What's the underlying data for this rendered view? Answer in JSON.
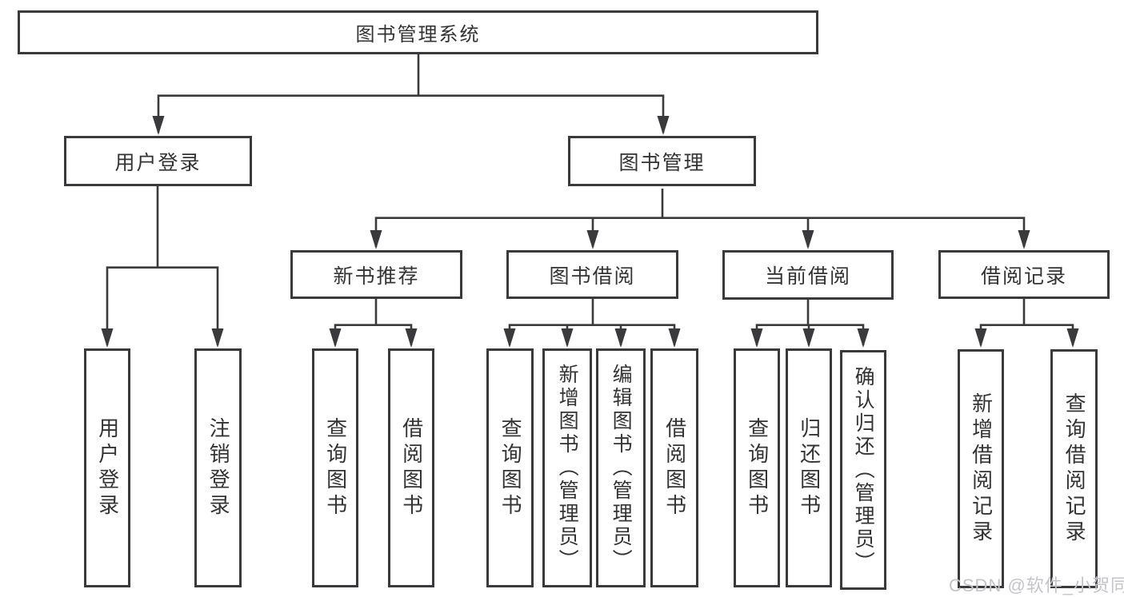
{
  "tree": {
    "root": {
      "label": "图书管理系统"
    },
    "branches": [
      {
        "label": "用户登录",
        "children": [
          {
            "label": "用户登录"
          },
          {
            "label": "注销登录"
          }
        ]
      },
      {
        "label": "图书管理",
        "children": [
          {
            "label": "新书推荐",
            "children": [
              {
                "label": "查询图书"
              },
              {
                "label": "借阅图书"
              }
            ]
          },
          {
            "label": "图书借阅",
            "children": [
              {
                "label": "查询图书"
              },
              {
                "label": "新增图书（管理员）"
              },
              {
                "label": "编辑图书（管理员）"
              },
              {
                "label": "借阅图书"
              }
            ]
          },
          {
            "label": "当前借阅",
            "children": [
              {
                "label": "查询图书"
              },
              {
                "label": "归还图书"
              },
              {
                "label": "确认归还（管理员）"
              }
            ]
          },
          {
            "label": "借阅记录",
            "children": [
              {
                "label": "新增借阅记录"
              },
              {
                "label": "查询借阅记录"
              }
            ]
          }
        ]
      }
    ]
  },
  "watermark": {
    "text": "CSDN @软件_小贺同学"
  },
  "colors": {
    "line": "#3a3a3c",
    "text": "#333333",
    "watermark": "#c4c4c9",
    "background": "#ffffff"
  }
}
